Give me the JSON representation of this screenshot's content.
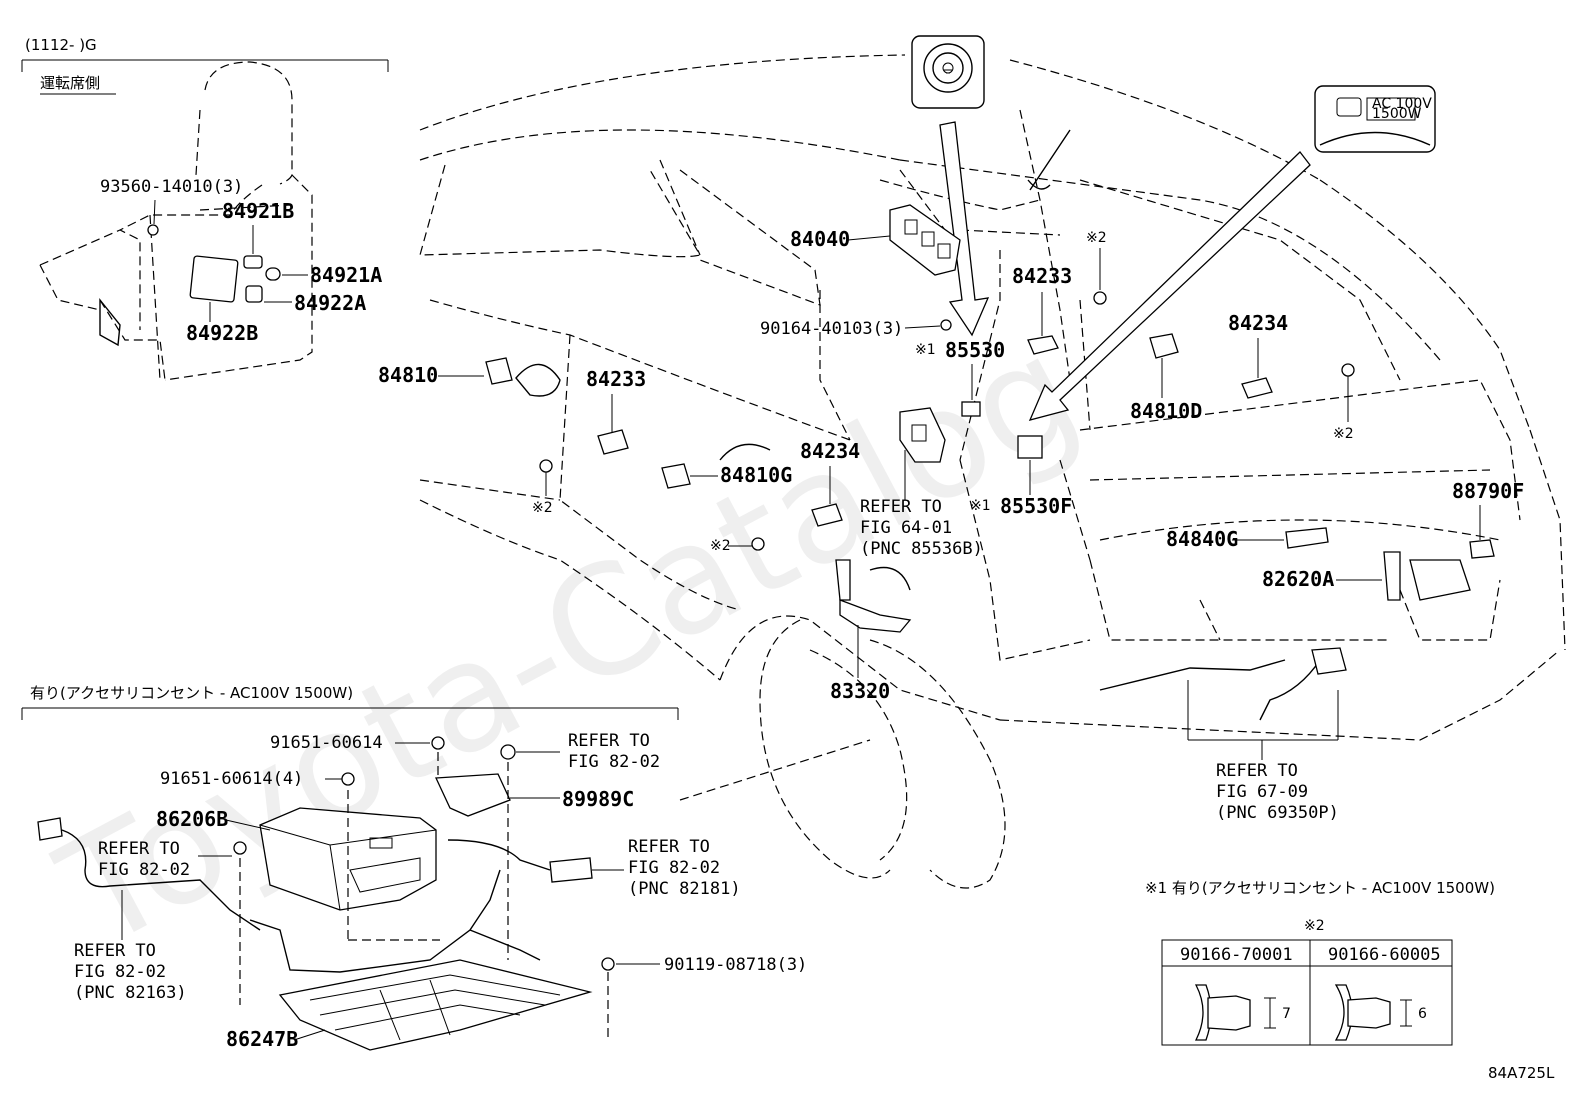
{
  "header": {
    "model_range": "(1112-      )G",
    "driver_side": "運転席側"
  },
  "sections": {
    "accessory_outlet": "有り(アクセサリコンセント - AC100V 1500W)"
  },
  "icons": {
    "outlet_badge_line1": "AC 100V",
    "outlet_badge_line2": "1500W"
  },
  "parts": {
    "p93560": "93560-14010(3)",
    "p84921B": "84921B",
    "p84921A": "84921A",
    "p84922A": "84922A",
    "p84922B": "84922B",
    "p84040": "84040",
    "p90164": "90164-40103(3)",
    "p84233a": "84233",
    "p84233b": "84233",
    "p84234a": "84234",
    "p84234b": "84234",
    "p85530": "85530",
    "p85530F": "85530F",
    "p84810": "84810",
    "p84810D": "84810D",
    "p84810G": "84810G",
    "p88790F": "88790F",
    "p84840G": "84840G",
    "p82620A": "82620A",
    "p83320": "83320",
    "p91651a": "91651-60614",
    "p91651b": "91651-60614(4)",
    "p86206B": "86206B",
    "p89989C": "89989C",
    "p90119": "90119-08718(3)",
    "p86247B": "86247B"
  },
  "marks": {
    "note1": "※1",
    "note2": "※2"
  },
  "refs": {
    "r6401_1": "REFER TO",
    "r6401_2": "FIG 64-01",
    "r6401_3": "(PNC 85536B)",
    "r6709_1": "REFER TO",
    "r6709_2": "FIG 67-09",
    "r6709_3": "(PNC 69350P)",
    "r8202a_1": "REFER TO",
    "r8202a_2": "FIG 82-02",
    "r8202b_1": "REFER TO",
    "r8202b_2": "FIG 82-02",
    "r8202c_1": "REFER TO",
    "r8202c_2": "FIG 82-02",
    "r8202c_3": "(PNC 82181)",
    "r8202d_1": "REFER TO",
    "r8202d_2": "FIG 82-02",
    "r8202d_3": "(PNC 82163)"
  },
  "legend": {
    "note1_text": "※1 有り(アクセサリコンセント - AC100V 1500W)",
    "note2_title": "※2",
    "table_headers": [
      "90166-70001",
      "90166-60005"
    ],
    "dims": [
      "7",
      "6"
    ]
  },
  "figure_code": "84A725L",
  "watermark": "Toyota-Catalog"
}
